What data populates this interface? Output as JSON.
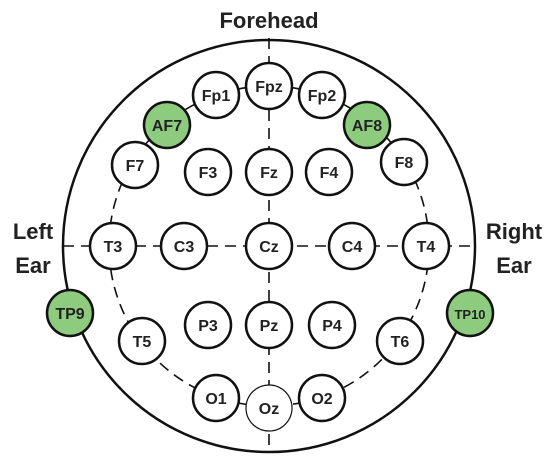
{
  "labels": {
    "forehead": "Forehead",
    "left_ear_1": "Left",
    "left_ear_2": "Ear",
    "right_ear_1": "Right",
    "right_ear_2": "Ear"
  },
  "colors": {
    "highlight": "#8dcb7e",
    "outline": "#111111",
    "fill": "#ffffff"
  },
  "electrodes": [
    {
      "name": "Fp1",
      "highlighted": false
    },
    {
      "name": "Fpz",
      "highlighted": false
    },
    {
      "name": "Fp2",
      "highlighted": false
    },
    {
      "name": "AF7",
      "highlighted": true
    },
    {
      "name": "AF8",
      "highlighted": true
    },
    {
      "name": "F7",
      "highlighted": false
    },
    {
      "name": "F3",
      "highlighted": false
    },
    {
      "name": "Fz",
      "highlighted": false
    },
    {
      "name": "F4",
      "highlighted": false
    },
    {
      "name": "F8",
      "highlighted": false
    },
    {
      "name": "T3",
      "highlighted": false
    },
    {
      "name": "C3",
      "highlighted": false
    },
    {
      "name": "Cz",
      "highlighted": false
    },
    {
      "name": "C4",
      "highlighted": false
    },
    {
      "name": "T4",
      "highlighted": false
    },
    {
      "name": "TP9",
      "highlighted": true
    },
    {
      "name": "TP10",
      "highlighted": true
    },
    {
      "name": "T5",
      "highlighted": false
    },
    {
      "name": "P3",
      "highlighted": false
    },
    {
      "name": "Pz",
      "highlighted": false
    },
    {
      "name": "P4",
      "highlighted": false
    },
    {
      "name": "T6",
      "highlighted": false
    },
    {
      "name": "O1",
      "highlighted": false
    },
    {
      "name": "Oz",
      "highlighted": false
    },
    {
      "name": "O2",
      "highlighted": false
    }
  ]
}
